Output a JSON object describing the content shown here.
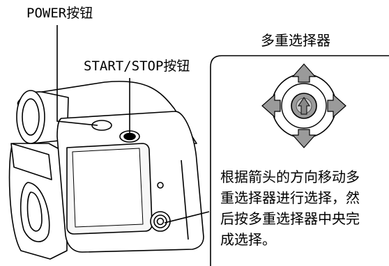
{
  "labels": {
    "power": "POWER按钮",
    "start_stop": "START/STOP按钮",
    "multi_selector": "多重选择器"
  },
  "description": [
    "根据箭头的方向移动多",
    "重选择器进行选择，然",
    "后按多重选择器中央完",
    "成选择。"
  ],
  "icons": [
    "camcorder-illustration",
    "multi-selector-icon",
    "arrow-up-icon",
    "arrow-down-icon",
    "arrow-left-icon",
    "arrow-right-icon"
  ]
}
